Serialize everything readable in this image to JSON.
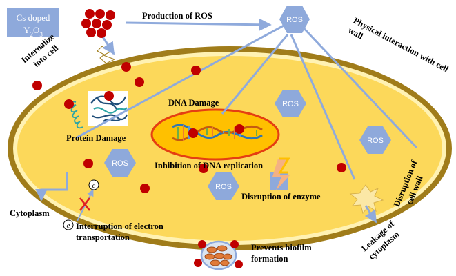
{
  "nanoparticle": {
    "line1": "Cs doped",
    "line2_main": "Y",
    "line2_sub1": "2",
    "line2_mid": "O",
    "line2_sub2": "3"
  },
  "ros_label": "ROS",
  "labels": {
    "production_of_ros": "Production of ROS",
    "internalize_1": "Internalize",
    "internalize_2": "into cell",
    "physical_1": "Physical interaction with cell",
    "physical_2": "wall",
    "dna_damage": "DNA Damage",
    "protein_damage": "Protein Damage",
    "inhibition_dna": "Inhibition of DNA replication",
    "disruption_enzyme": "Disruption of enzyme",
    "disruption_wall_1": "Disruption of",
    "disruption_wall_2": "cell wall",
    "leakage_1": "Leakage of",
    "leakage_2": "cytoplasm",
    "cytoplasm": "Cytoplasm",
    "interruption_1": "Interruption of electron",
    "interruption_2": "transportation",
    "biofilm_1": "Prevents biofilm",
    "biofilm_2": "formation",
    "electron": "e"
  },
  "colors": {
    "cell_wall": "#a07c1a",
    "cytoplasm": "#fcd85a",
    "hexagon": "#8ea9db",
    "arrow": "#8faadc",
    "nanoparticle_dot": "#c00000",
    "nucleoid_fill": "#ffc000",
    "nucleoid_stroke": "#e53e12",
    "biofilm_cell": "#e07b39"
  }
}
